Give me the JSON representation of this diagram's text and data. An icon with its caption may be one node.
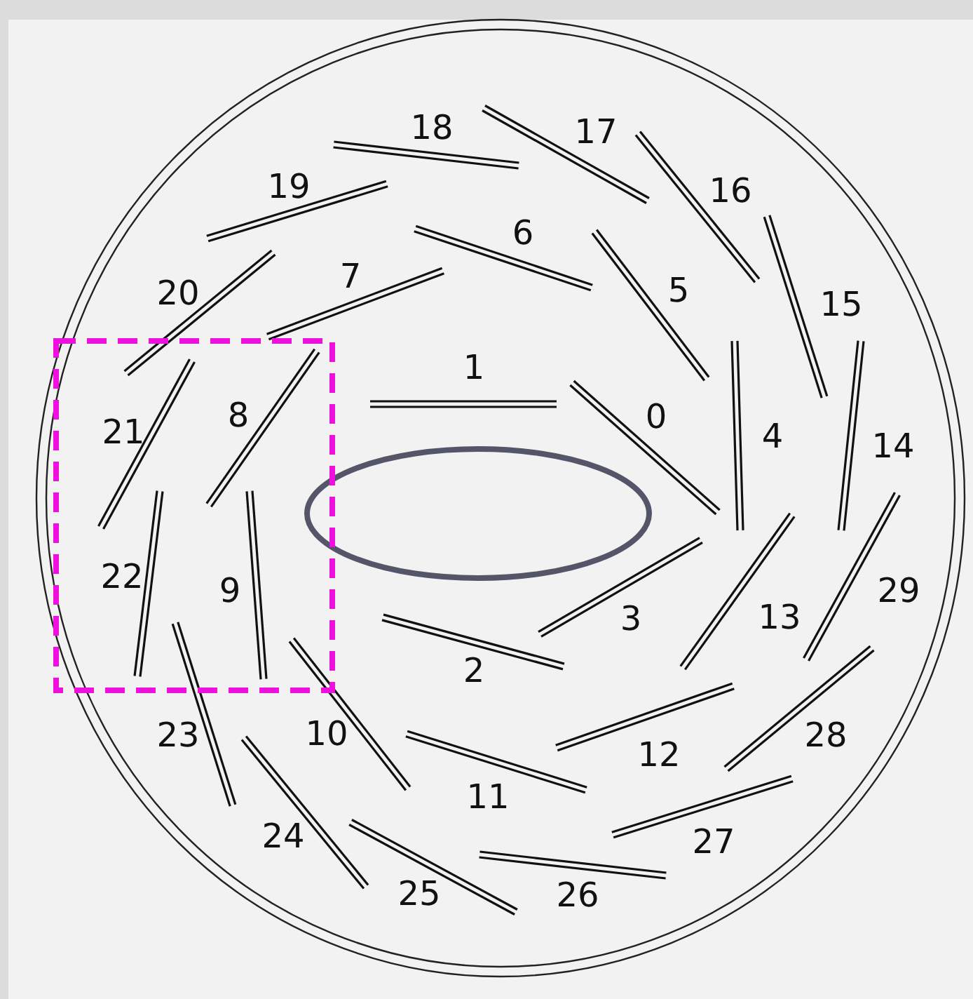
{
  "diagram": {
    "labels": [
      "0",
      "1",
      "2",
      "3",
      "4",
      "5",
      "6",
      "7",
      "8",
      "9",
      "10",
      "11",
      "12",
      "13",
      "14",
      "15",
      "16",
      "17",
      "18",
      "19",
      "20",
      "21",
      "22",
      "23",
      "24",
      "25",
      "26",
      "27",
      "28",
      "29"
    ]
  }
}
